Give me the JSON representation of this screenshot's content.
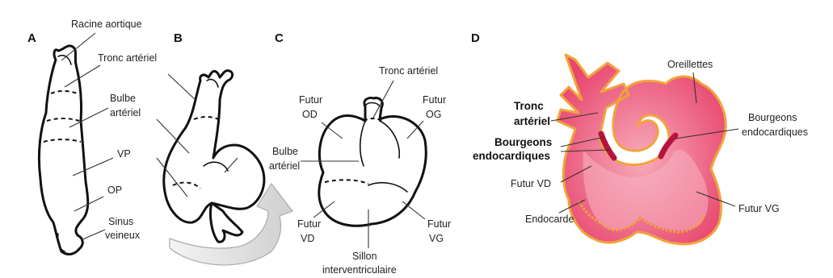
{
  "panels": {
    "a": "A",
    "b": "B",
    "c": "C",
    "d": "D"
  },
  "panel_a": {
    "racine_aortique": "Racine aortique",
    "tronc_arteriel": "Tronc artériel",
    "bulbe_1": "Bulbe",
    "bulbe_2": "artériel",
    "vp": "VP",
    "op": "OP",
    "sinus_1": "Sinus",
    "sinus_2": "veineux"
  },
  "panel_c": {
    "tronc_arteriel": "Tronc artériel",
    "futur_od_1": "Futur",
    "futur_od_2": "OD",
    "futur_og_1": "Futur",
    "futur_og_2": "OG",
    "bulbe_1": "Bulbe",
    "bulbe_2": "artériel",
    "futur_vd_1": "Futur",
    "futur_vd_2": "VD",
    "futur_vg_1": "Futur",
    "futur_vg_2": "VG",
    "sillon_1": "Sillon",
    "sillon_2": "interventriculaire"
  },
  "panel_d": {
    "tronc_1": "Tronc",
    "tronc_2": "artériel",
    "bourgeons_1": "Bourgeons",
    "bourgeons_2": "endocardiques",
    "futur_vd": "Futur  VD",
    "endocarde": "Endocarde",
    "oreillettes": "Oreillettes",
    "bourgeons_r1": "Bourgeons",
    "bourgeons_r2": "endocardiques",
    "futur_vg": "Futur  VG"
  },
  "colors": {
    "heart_fill": "#e9456e",
    "heart_inner": "#f6a8b9",
    "heart_rim": "#f2a23a",
    "curved_arrow": "#dcdcdc"
  }
}
